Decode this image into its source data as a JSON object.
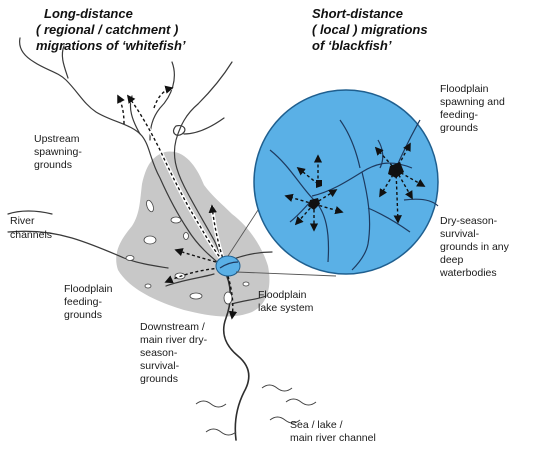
{
  "titles": {
    "left": [
      "Long-distance",
      "( regional / catchment )",
      "migrations of ‘whitefish’"
    ],
    "right": [
      "Short-distance",
      "( local ) migrations",
      "of ‘blackfish’"
    ]
  },
  "labels": {
    "upstream": [
      "Upstream",
      "spawning-",
      "grounds"
    ],
    "river_channels": [
      "River",
      "channels"
    ],
    "floodplain_feeding": [
      "Floodplain",
      "feeding-",
      "grounds"
    ],
    "floodplain_lake": [
      "Floodplain",
      "lake system"
    ],
    "downstream": [
      "Downstream /",
      "main river dry-",
      "season-",
      "survival-",
      "grounds"
    ],
    "sea": [
      "Sea / lake /",
      "main river channel"
    ],
    "fp_spawning": [
      "Floodplain",
      "spawning and",
      "feeding-",
      "grounds"
    ],
    "dry_season": [
      "Dry-season-",
      "survival-",
      "grounds in any",
      "deep",
      "waterbodies"
    ]
  },
  "colors": {
    "floodplain_fill": "#c8c8c8",
    "zoom_circle_fill": "#5ab0e6",
    "zoom_circle_stroke": "#1f5f8f",
    "line": "#2e2e2e"
  }
}
